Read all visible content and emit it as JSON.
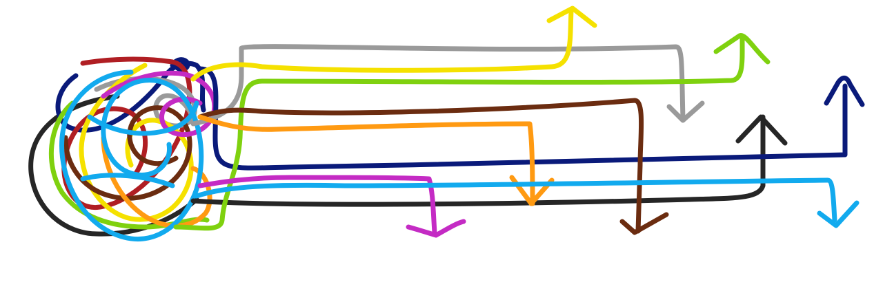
{
  "colors": {
    "background": "#ffffff",
    "black": "#262626",
    "navy": "#0a1a7a",
    "red": "#b01e23",
    "gray": "#9a9a9a",
    "yellow": "#f5e100",
    "green": "#7fd10f",
    "brown": "#6b2c10",
    "orange": "#ff9a12",
    "magenta": "#c42bc4",
    "sky": "#12aaee"
  },
  "lines": [
    {
      "color": "black",
      "arrow": "up"
    },
    {
      "color": "navy",
      "arrow": "up"
    },
    {
      "color": "gray",
      "arrow": "down"
    },
    {
      "color": "yellow",
      "arrow": "up"
    },
    {
      "color": "green",
      "arrow": "up"
    },
    {
      "color": "brown",
      "arrow": "down"
    },
    {
      "color": "orange",
      "arrow": "down"
    },
    {
      "color": "magenta",
      "arrow": "down"
    },
    {
      "color": "sky",
      "arrow": "down"
    }
  ]
}
